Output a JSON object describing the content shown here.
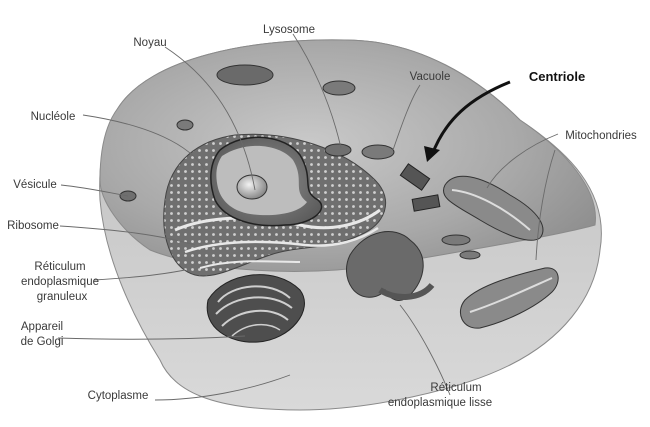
{
  "labels": {
    "noyau": "Noyau",
    "lysosome": "Lysosome",
    "vacuole": "Vacuole",
    "centriole": "Centriole",
    "nucleole": "Nucléole",
    "mitochondries": "Mitochondries",
    "vesicule": "Vésicule",
    "ribosome": "Ribosome",
    "reticulum_granuleux_1": "Réticulum",
    "reticulum_granuleux_2": "endoplasmique",
    "reticulum_granuleux_3": "granuleux",
    "golgi_1": "Appareil",
    "golgi_2": "de Golgi",
    "cytoplasme": "Cytoplasme",
    "reticulum_lisse_1": "Réticulum",
    "reticulum_lisse_2": "endoplasmique lisse"
  }
}
